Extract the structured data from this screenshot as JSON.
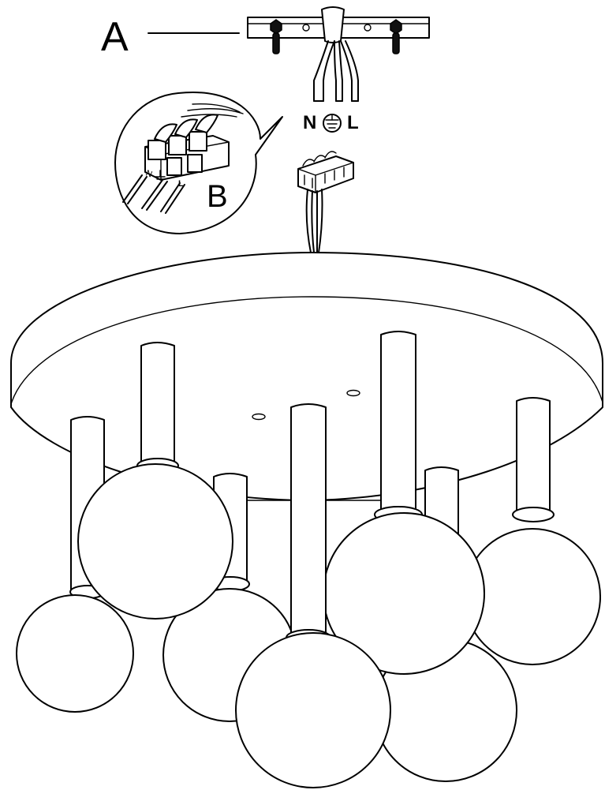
{
  "labels": {
    "part_a": "A",
    "part_b": "B",
    "wire_neutral": "N",
    "wire_live": "L",
    "terminal_neutral": "N",
    "terminal_live": "L"
  },
  "icons": {
    "ground": "earth-ground-symbol"
  }
}
